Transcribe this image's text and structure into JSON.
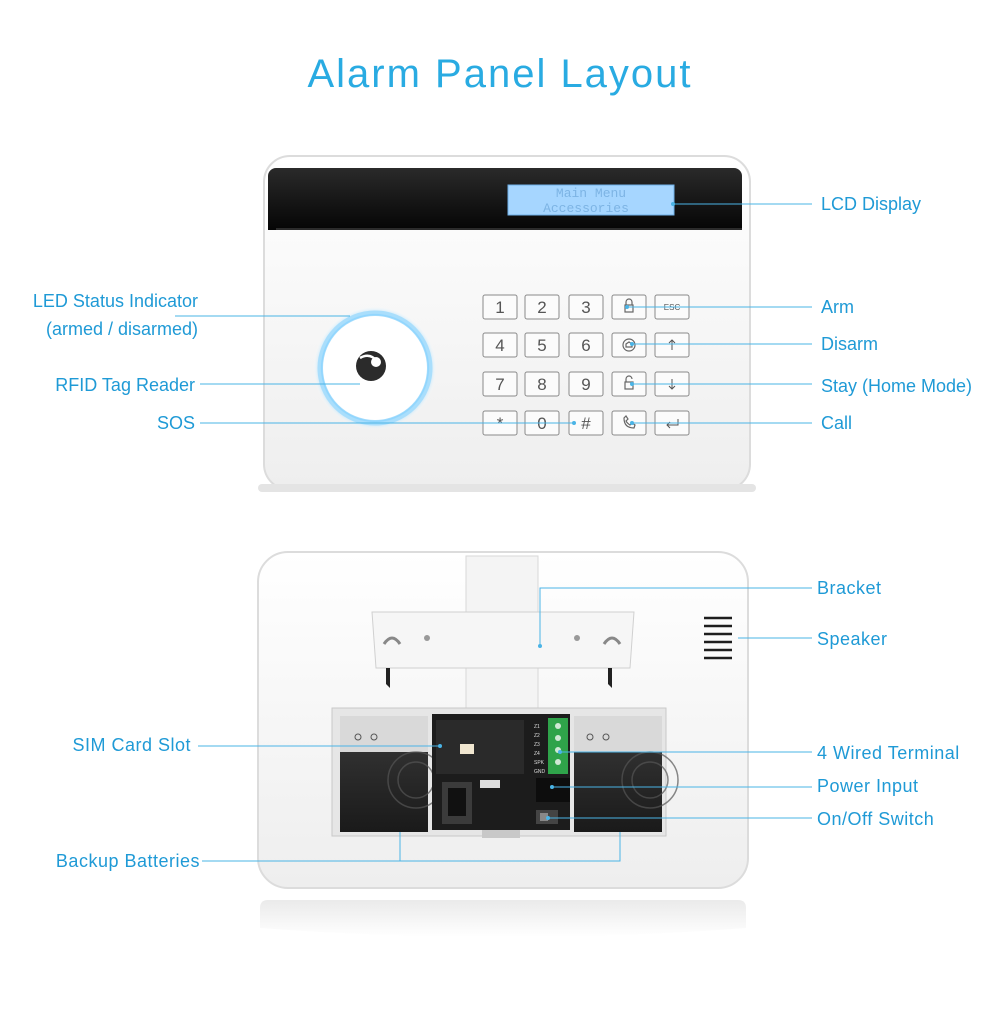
{
  "title": "Alarm Panel Layout",
  "lcd": {
    "line1": "Main Menu",
    "line2": "Accessories"
  },
  "keypad": {
    "digits": [
      "1",
      "2",
      "3",
      "4",
      "5",
      "6",
      "7",
      "8",
      "9",
      "*",
      "0",
      "#"
    ],
    "esc": "ESC"
  },
  "front_labels": {
    "lcd_display": "LCD Display",
    "led_line1": "LED Status Indicator",
    "led_line2": "(armed / disarmed)",
    "rfid": "RFID Tag Reader",
    "sos": "SOS",
    "arm": "Arm",
    "disarm": "Disarm",
    "stay": "Stay (Home Mode)",
    "call": "Call"
  },
  "back_labels": {
    "bracket": "Bracket",
    "speaker": "Speaker",
    "sim": "SIM Card Slot",
    "terminal": "4 Wired Terminal",
    "power": "Power Input",
    "switch": "On/Off Switch",
    "batteries": "Backup Batteries"
  },
  "terminal_pins": [
    "Z1",
    "Z2",
    "Z3",
    "Z4",
    "SPK",
    "GND"
  ],
  "colors": {
    "accent": "#29abe2",
    "label": "#1f9ad6",
    "lcd": "#9fd2ff"
  }
}
